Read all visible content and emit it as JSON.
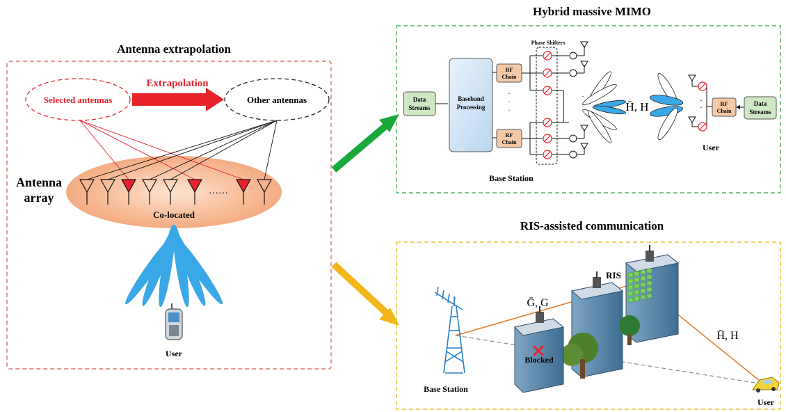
{
  "left_panel": {
    "title": "Antenna extrapolation",
    "selected": "Selected antennas",
    "extrapolation": "Extrapolation",
    "other": "Other antennas",
    "array_label_1": "Antenna",
    "array_label_2": "array",
    "dots": "……",
    "colocated": "Co-located",
    "user": "User",
    "colors": {
      "accent_red": "#e8222b",
      "beam_blue": "#3aa7e6",
      "dash_red": "#d9534f"
    }
  },
  "hybrid": {
    "title": "Hybrid massive MIMO",
    "data_streams_1": "Data",
    "data_streams_2": "Streams",
    "baseband_1": "Baseband",
    "baseband_2": "Processing",
    "rf_1": "RF",
    "rf_2": "Chain",
    "phase_shifters": "Phase Shifters",
    "channel": "H̄, H",
    "base_station": "Base Station",
    "user": "User",
    "colors": {
      "border": "#2ea043",
      "green_box": "#cfe8c4",
      "rf_box": "#f5c9a6",
      "baseband": "#cfe3f3"
    }
  },
  "ris": {
    "title": "RIS-assisted communication",
    "ris_label": "RIS",
    "g_channel": "Ḡ, G",
    "h_channel": "H̄, H",
    "blocked": "Blocked",
    "base_station": "Base Station",
    "user": "User",
    "colors": {
      "border": "#e8b400",
      "link": "#e07a2a"
    }
  },
  "arrows": {
    "green": "#19a83a",
    "yellow": "#f2b619"
  }
}
